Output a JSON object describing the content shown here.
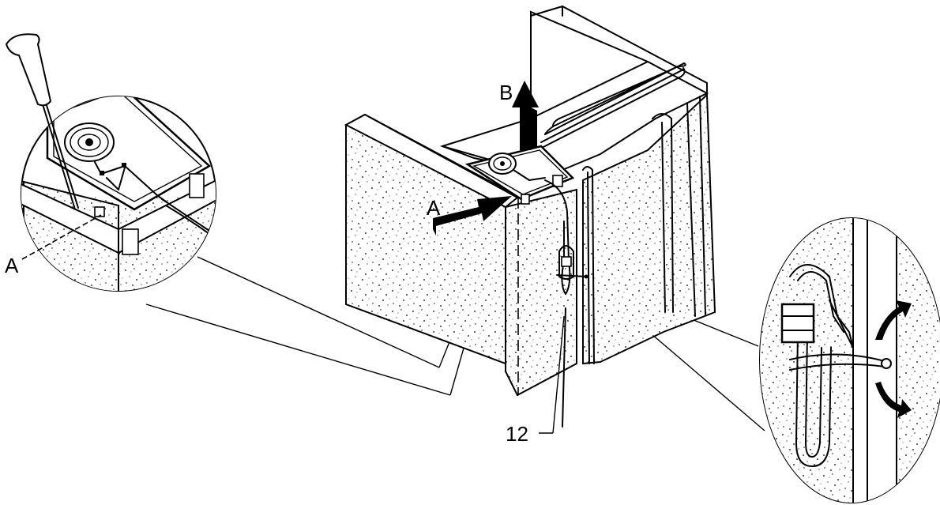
{
  "labels": {
    "left_inset": "A",
    "arrow_push": "A",
    "arrow_lift": "B",
    "part_number": "12"
  },
  "colors": {
    "ink": "#000000",
    "paper": "#ffffff"
  }
}
